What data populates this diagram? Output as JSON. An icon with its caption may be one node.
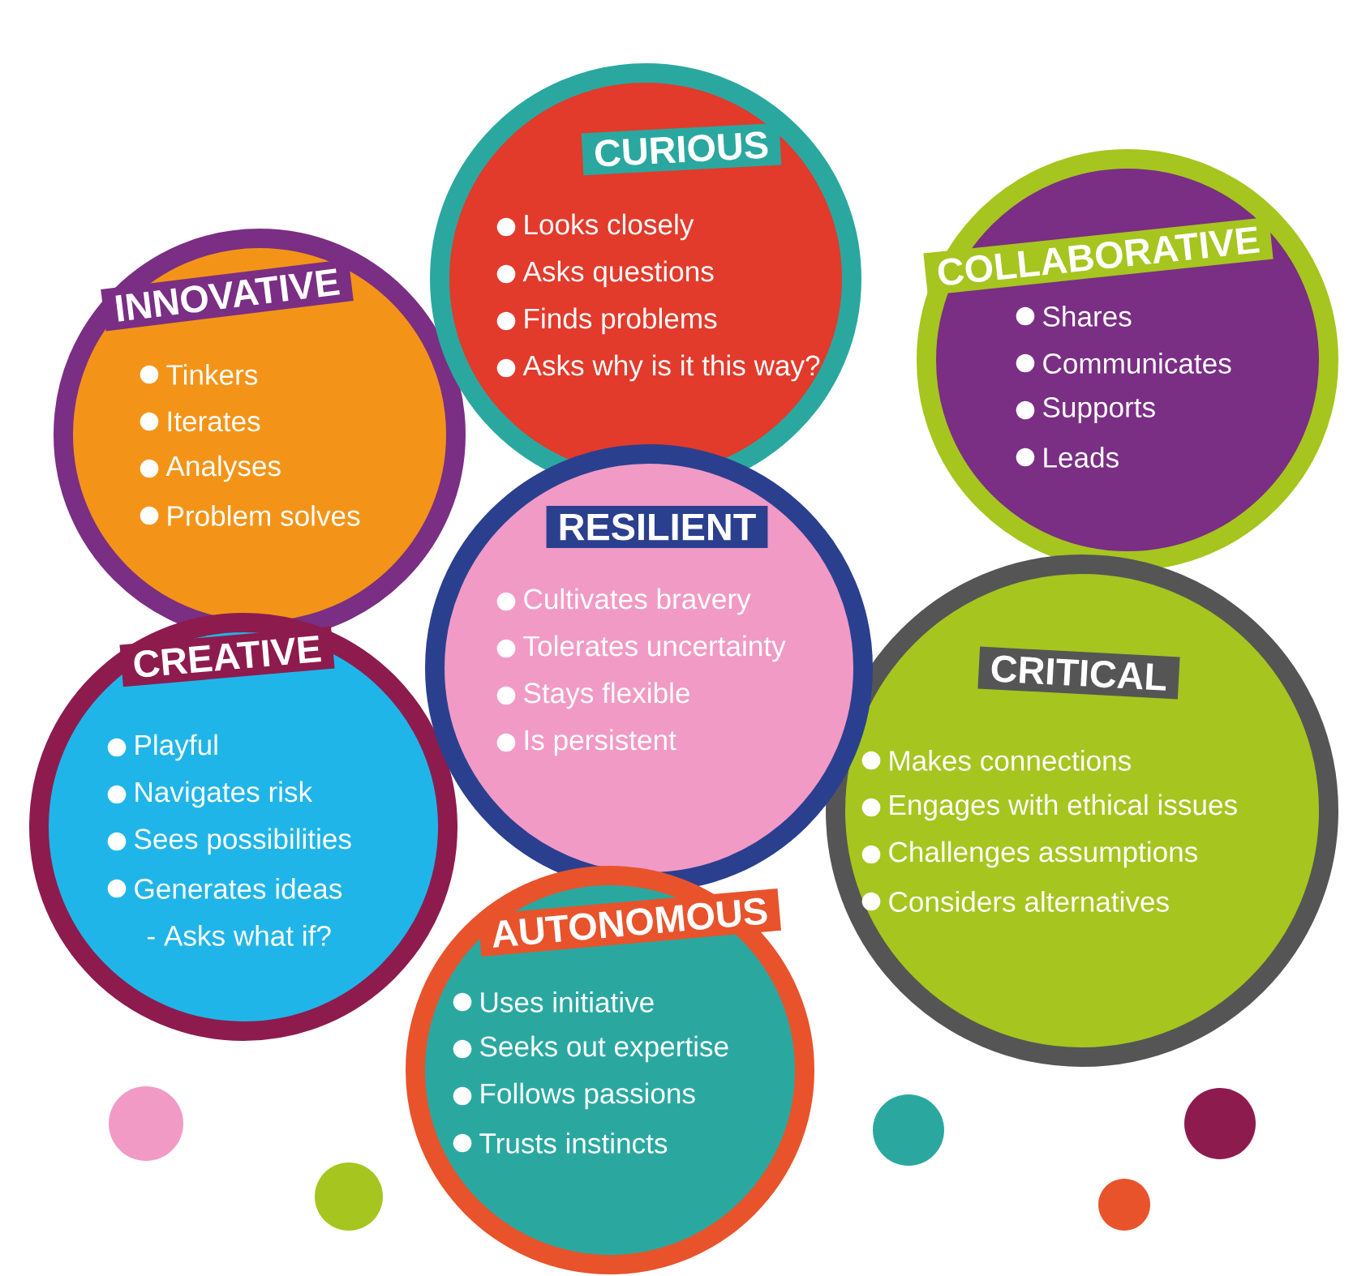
{
  "diagram": {
    "nodes": [
      {
        "text": [
          "CURIOUS",
          "Looks closely",
          "Asks questions",
          "Finds problems",
          "Asks why is it this way?"
        ]
      },
      {
        "text": [
          "INNOVATIVE",
          "Tinkers",
          "Iterates",
          "Analyses",
          "Problem solves"
        ]
      },
      {
        "text": [
          "COLLABORATIVE",
          "Shares",
          "Communicates",
          "Supports",
          "Leads"
        ]
      },
      {
        "text": [
          "RESILIENT",
          "Cultivates bravery",
          "Tolerates uncertainty",
          "Stays flexible",
          "Is persistent"
        ]
      },
      {
        "text": [
          "CREATIVE",
          "Playful",
          "Navigates risk",
          "Sees possibilities",
          "Generates ideas",
          "- Asks what if?"
        ]
      },
      {
        "text": [
          "CRITICAL",
          "Makes connections",
          "Engages with ethical issues",
          "Challenges assumptions",
          "Considers alternatives"
        ]
      },
      {
        "text": [
          "AUTONOMOUS",
          "Uses initiative",
          "Seeks out expertise",
          "Follows passions",
          "Trusts instincts"
        ]
      }
    ]
  }
}
